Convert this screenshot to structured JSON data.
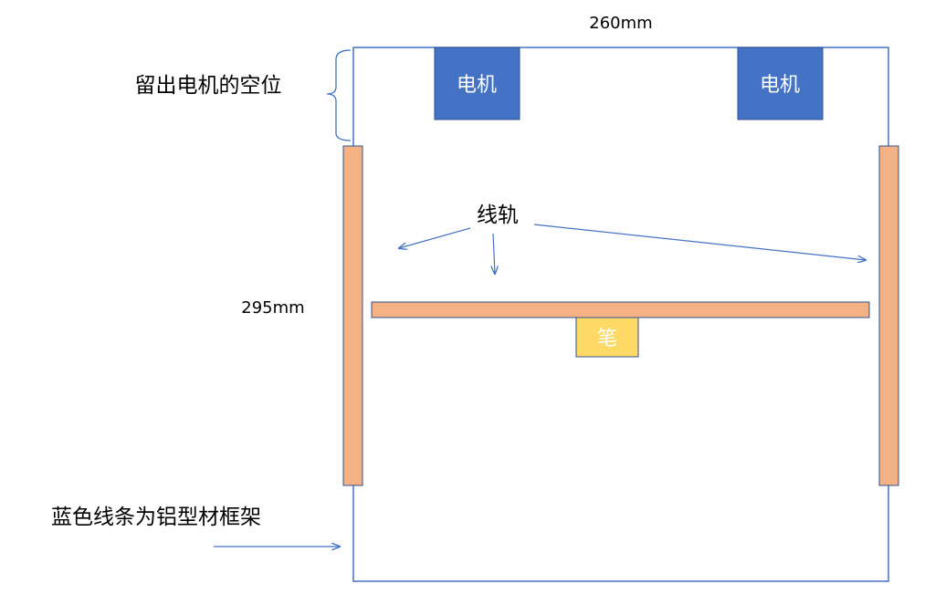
{
  "width_label": "260mm",
  "height_label": "295mm",
  "motor_space_label": "留出电机的空位",
  "motors": [
    {
      "label": "电机"
    },
    {
      "label": "电机"
    }
  ],
  "rail_label": "线轨",
  "pen_label": "笔",
  "frame_note": "蓝色线条为铝型材框架",
  "colors": {
    "frame": "#4472c4",
    "motor": "#4472c4",
    "border": "#2f528f",
    "rail": "#f4b183",
    "pen": "#ffd966"
  }
}
